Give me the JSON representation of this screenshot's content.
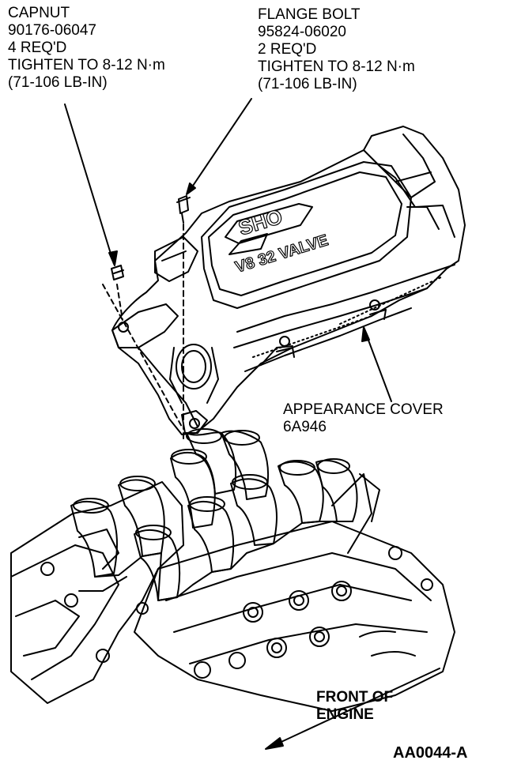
{
  "callouts": {
    "capnut": {
      "name": "CAPNUT",
      "part_number": "90176-06047",
      "quantity": "4 REQ'D",
      "torque": "TIGHTEN TO 8-12 N·m",
      "torque_imperial": "(71-106 LB-IN)"
    },
    "flange_bolt": {
      "name": "FLANGE BOLT",
      "part_number": "95824-06020",
      "quantity": "2 REQ'D",
      "torque": "TIGHTEN TO 8-12 N·m",
      "torque_imperial": "(71-106 LB-IN)"
    },
    "appearance_cover": {
      "name": "APPEARANCE COVER",
      "part_number": "6A946"
    },
    "front": {
      "line1": "FRONT OF",
      "line2": "ENGINE"
    }
  },
  "cover_text": {
    "badge": "SHO",
    "engine": "V8 32 VALVE"
  },
  "figure_id": "AA0044-A"
}
